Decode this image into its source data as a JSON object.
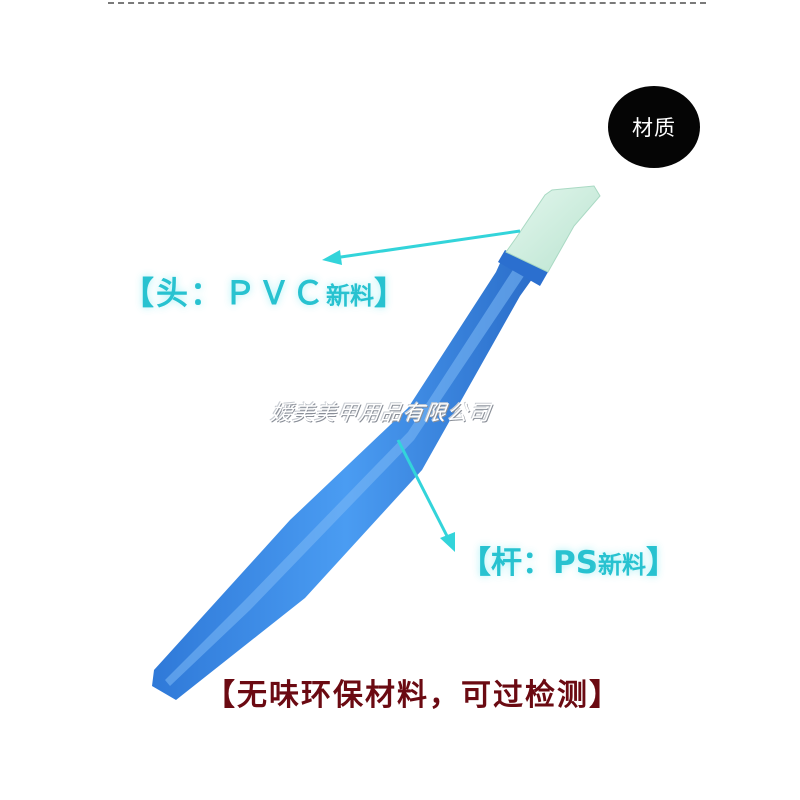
{
  "badge": {
    "text": "材质"
  },
  "labels": {
    "head_main": "【头：ＰＶＣ",
    "head_small": "新料",
    "head_close": "】",
    "rod_main": "【杆：PS",
    "rod_small": "新料",
    "rod_close": "】"
  },
  "watermark": "嫒美美甲用品有限公司",
  "caption": "【无味环保材料，可过检测】",
  "colors": {
    "stick_blue": "#3c8ee6",
    "tip_green": "#cfeee0",
    "label_cyan": "#28c2d0",
    "caption_red": "#6b0a12"
  },
  "icons": [
    "arrow-icon"
  ]
}
